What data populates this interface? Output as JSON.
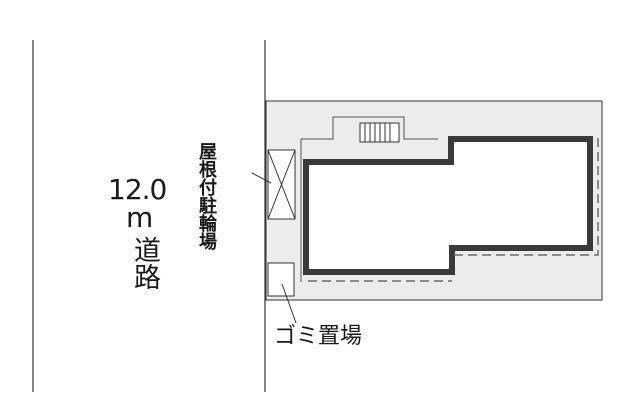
{
  "road": {
    "width": "12.0",
    "unit": "m",
    "name": "道路"
  },
  "bicycle_parking": {
    "label": "屋根付駐輪場"
  },
  "garbage_area": {
    "label": "ゴミ置場"
  },
  "colors": {
    "lot_fill": "#ececec",
    "outline": "#333333",
    "building_wall": "#3a3a3a",
    "building_floor": "#ffffff",
    "balcony_dash": "#6b6b6b",
    "text": "#1a1a1a"
  }
}
